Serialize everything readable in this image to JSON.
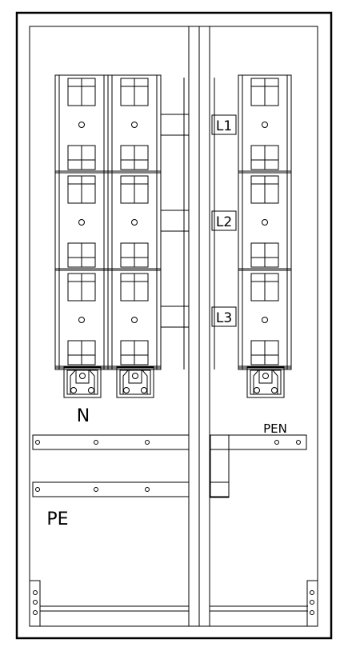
{
  "labels": {
    "neutral": "N",
    "protective_earth": "PE",
    "pen": "PEN",
    "phase_1": "L1",
    "phase_2": "L2",
    "phase_3": "L3"
  },
  "colors": {
    "line": "#000000",
    "background": "#ffffff"
  }
}
